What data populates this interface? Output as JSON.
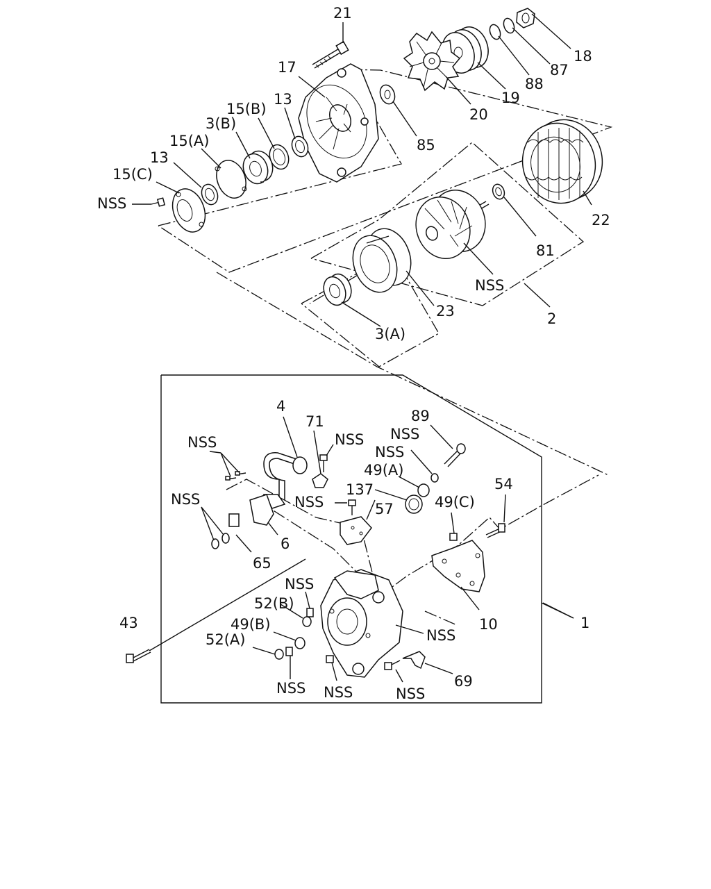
{
  "labels": {
    "l21": "21",
    "l18": "18",
    "l17": "17",
    "l87": "87",
    "l88": "88",
    "l19": "19",
    "l13a": "13",
    "l15b": "15(B)",
    "l3b": "3(B)",
    "l20": "20",
    "l85": "85",
    "l15a": "15(A)",
    "l13b": "13",
    "l15c": "15(C)",
    "lnss1": "NSS",
    "l22": "22",
    "l81": "81",
    "lnss2": "NSS",
    "l23": "23",
    "l2": "2",
    "l3a": "3(A)",
    "l4": "4",
    "l89": "89",
    "l71": "71",
    "lnss3": "NSS",
    "lnss4": "NSS",
    "lnss5": "NSS",
    "lnss6": "NSS",
    "l49a": "49(A)",
    "l137": "137",
    "lnss7": "NSS",
    "l54": "54",
    "lnss8": "NSS",
    "l57": "57",
    "l49c": "49(C)",
    "l6": "6",
    "l65": "65",
    "lnss9": "NSS",
    "l52b": "52(B)",
    "l43": "43",
    "l49b": "49(B)",
    "l1": "1",
    "lnss10": "NSS",
    "l10": "10",
    "l52a": "52(A)",
    "lnss11": "NSS",
    "lnss12": "NSS",
    "lnss13": "NSS",
    "l69": "69"
  }
}
